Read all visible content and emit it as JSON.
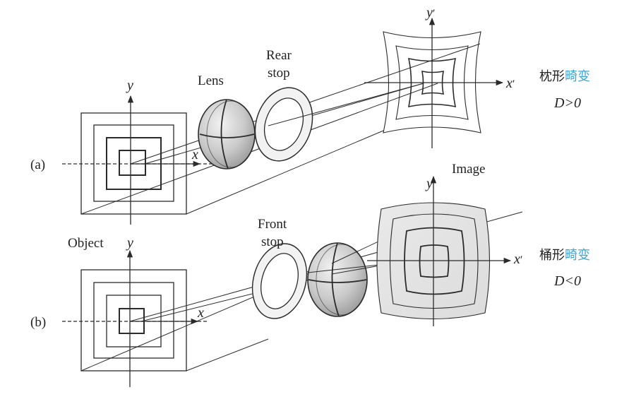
{
  "labels": {
    "panel_a": "(a)",
    "panel_b": "(b)",
    "lens": "Lens",
    "rear_stop_line1": "Rear",
    "rear_stop_line2": "stop",
    "front_stop_line1": "Front",
    "front_stop_line2": "stop",
    "object": "Object",
    "image": "Image"
  },
  "axes": {
    "x": "x",
    "y": "y",
    "x_prime": "x",
    "y_prime": "y",
    "prime_mark": "′"
  },
  "captions": {
    "pincushion_prefix": "枕形",
    "pincushion_highlight": "畸变",
    "pincushion_condition": "D>0",
    "barrel_prefix": "桶形",
    "barrel_highlight": "畸变",
    "barrel_condition": "D<0"
  },
  "colors": {
    "highlight": "#3aa6d8",
    "line": "#2b2b2b"
  }
}
